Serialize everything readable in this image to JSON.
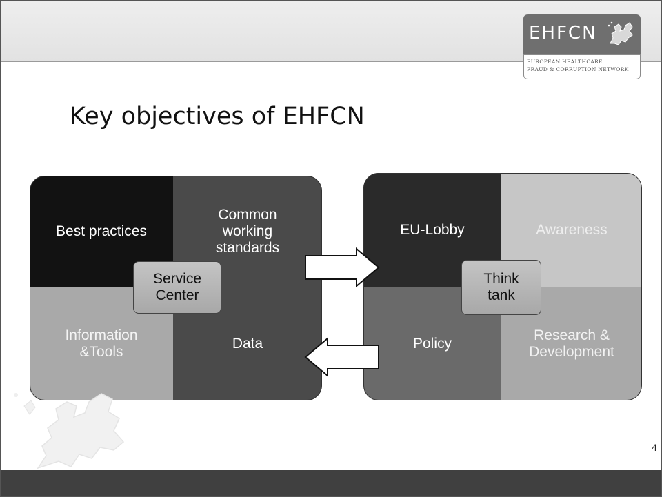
{
  "logo": {
    "word": "EHFCN",
    "subtitle_line1": "European Healthcare",
    "subtitle_line2": "Fraud & Corruption Network"
  },
  "slide": {
    "title": "Key objectives of EHFCN",
    "page_number": "4"
  },
  "left_matrix": {
    "hub": "Service\nCenter",
    "cells": {
      "top_left": "Best practices",
      "top_right": "Common\nworking\nstandards",
      "bottom_left": "Information\n&Tools",
      "bottom_right": "Data"
    }
  },
  "right_matrix": {
    "hub": "Think\ntank",
    "cells": {
      "top_left": "EU-Lobby",
      "top_right": "Awareness",
      "bottom_left": "Policy",
      "bottom_right": "Research &\nDevelopment"
    }
  },
  "colors": {
    "very_dark": "#121212",
    "dark_gray": "#4a4a4a",
    "mid_gray": "#6a6a6a",
    "light_gray": "#a9a9a9",
    "lighter_gray": "#c6c6c6",
    "hub_gray": "#b6b6b6"
  }
}
